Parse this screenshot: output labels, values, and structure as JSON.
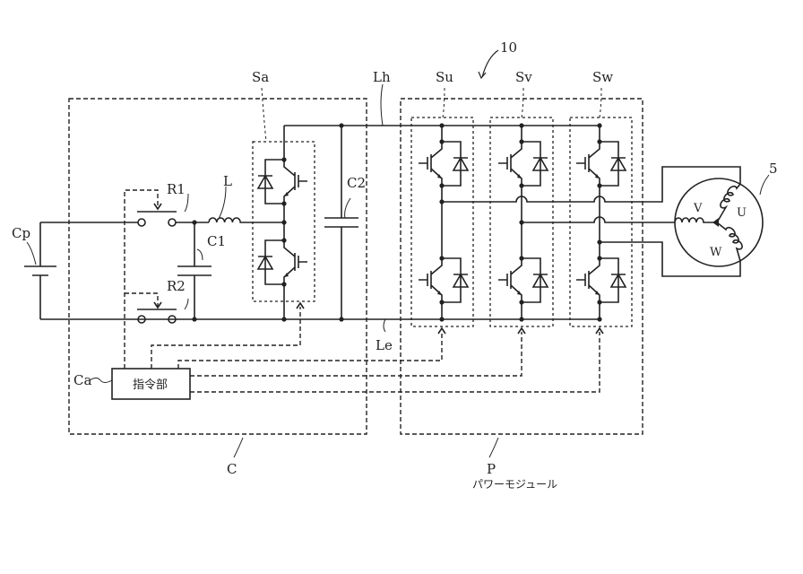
{
  "labels": {
    "ref_10": "10",
    "Sa": "Sa",
    "Lh": "Lh",
    "Le": "Le",
    "Su": "Su",
    "Sv": "Sv",
    "Sw": "Sw",
    "R1": "R1",
    "R2": "R2",
    "L": "L",
    "C1": "C1",
    "C2": "C2",
    "Cp": "Cp",
    "Ca": "Ca",
    "motor_ref": "5",
    "U": "U",
    "V": "V",
    "W": "W",
    "C": "C",
    "P": "P",
    "power_module": "パワーモジュール",
    "command_unit": "指令部"
  }
}
